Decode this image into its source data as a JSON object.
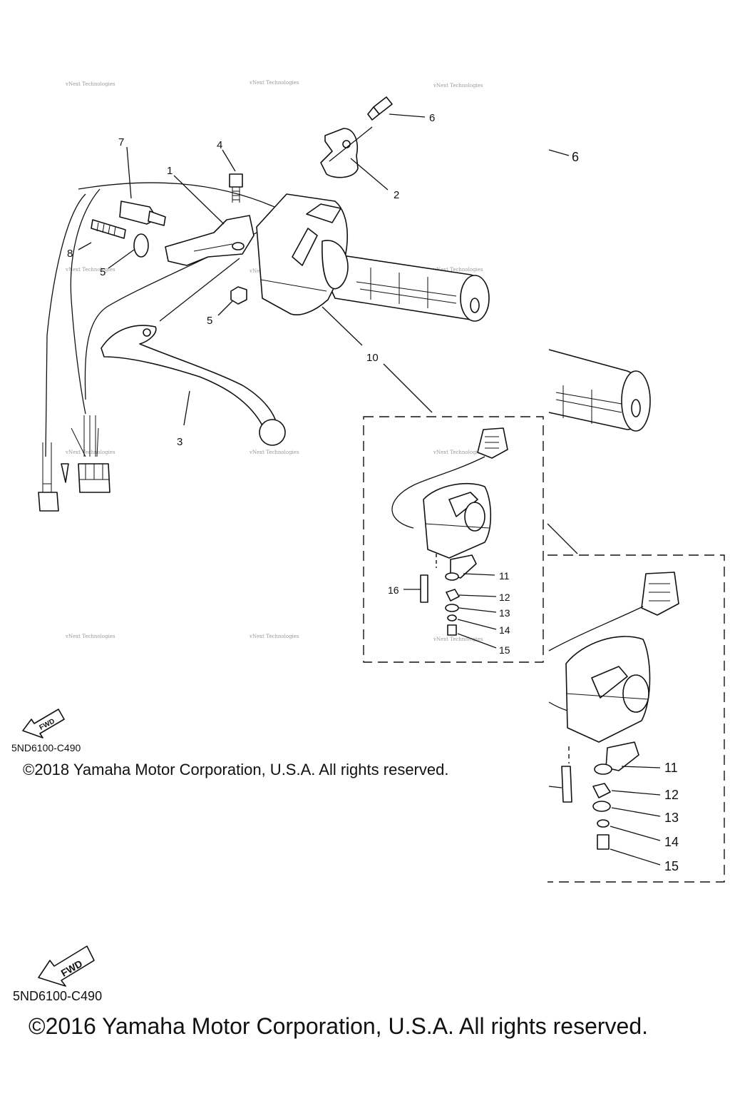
{
  "watermark": "vNext Technologies",
  "fwd_label": "FWD",
  "upper": {
    "part_code": "5ND6100-C490",
    "copyright": "©2018 Yamaha Motor Corporation, U.S.A. All rights reserved."
  },
  "lower": {
    "part_code": "5ND6100-C490",
    "copyright": "©2016 Yamaha Motor Corporation, U.S.A. All rights reserved."
  },
  "callouts": {
    "c1": "1",
    "c2": "2",
    "c3": "3",
    "c4": "4",
    "c5a": "5",
    "c5b": "5",
    "c6a": "6",
    "c6b": "6",
    "c7": "7",
    "c8": "8",
    "c10": "10",
    "d11": "11",
    "d12": "12",
    "d13": "13",
    "d14": "14",
    "d15": "15",
    "d16": "16",
    "e11": "11",
    "e12": "12",
    "e13": "13",
    "e14": "14",
    "e15": "15"
  }
}
